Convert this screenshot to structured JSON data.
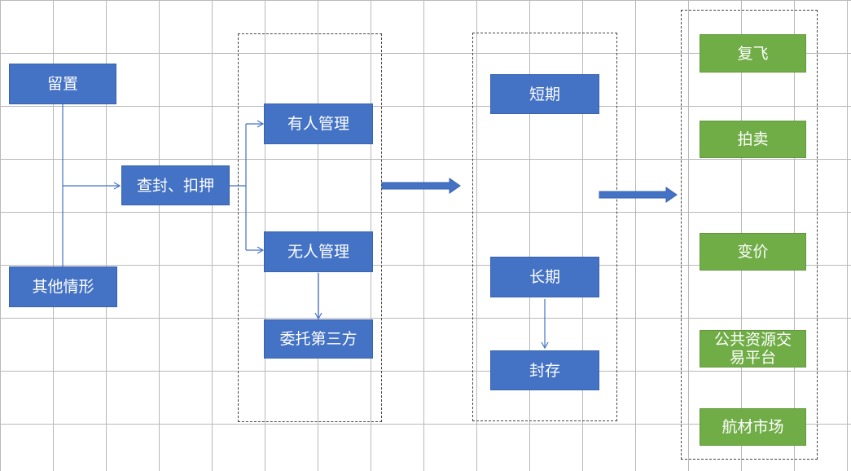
{
  "colors": {
    "blue_box": "#4472c4",
    "green_box": "#70ad47",
    "connector": "#4472c4"
  },
  "nodes": {
    "liuzhi": "留置",
    "qita": "其他情形",
    "chafeng": "查封、扣押",
    "youren": "有人管理",
    "wuren": "无人管理",
    "weituo": "委托第三方",
    "duanqi": "短期",
    "changqi": "长期",
    "fengcun": "封存",
    "fufei": "复飞",
    "paimai": "拍卖",
    "bianjia": "变价",
    "gonggong": "公共资源交易平台",
    "hangcai": "航材市场"
  }
}
